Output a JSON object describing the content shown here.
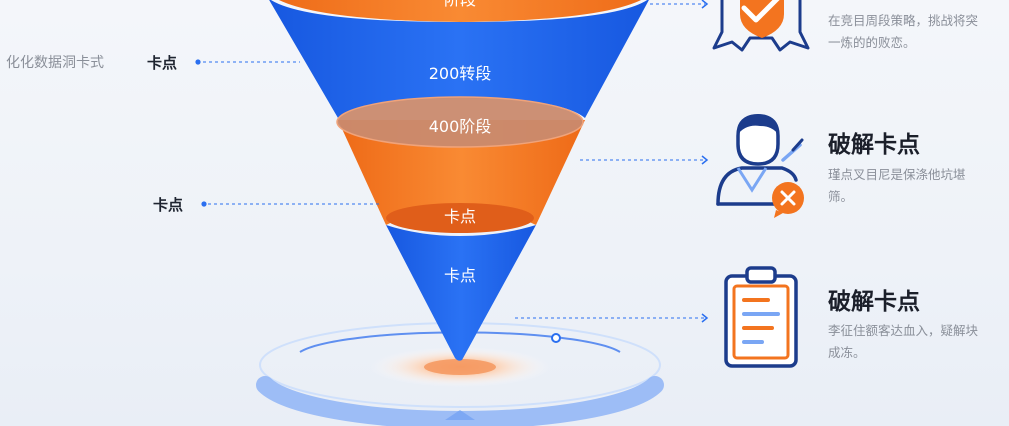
{
  "colors": {
    "blue": "#1e66ee",
    "orange": "#f3741f",
    "navy": "#1c3c8c",
    "light_blue": "#7aa6f4"
  },
  "left": {
    "caption": "化化数据洞卡式",
    "label_top": "卡点",
    "label_bottom": "卡点"
  },
  "funnel": {
    "top_partial": "阶段",
    "stage_200": "200转段",
    "stage_400": "400阶段",
    "stage_orange_low": "卡点",
    "stage_blue_low": "卡点"
  },
  "cards": [
    {
      "icon": "shield-check-icon",
      "title": "",
      "desc": "在竞目周段策略，挑战将突一炼的的败恋。"
    },
    {
      "icon": "person-error-icon",
      "title": "破解卡点",
      "desc": "瑾点叉目尼是保涤他坑堪筛。"
    },
    {
      "icon": "clipboard-icon",
      "title": "破解卡点",
      "desc": "李征住额客达血入，疑解块成冻。"
    }
  ]
}
